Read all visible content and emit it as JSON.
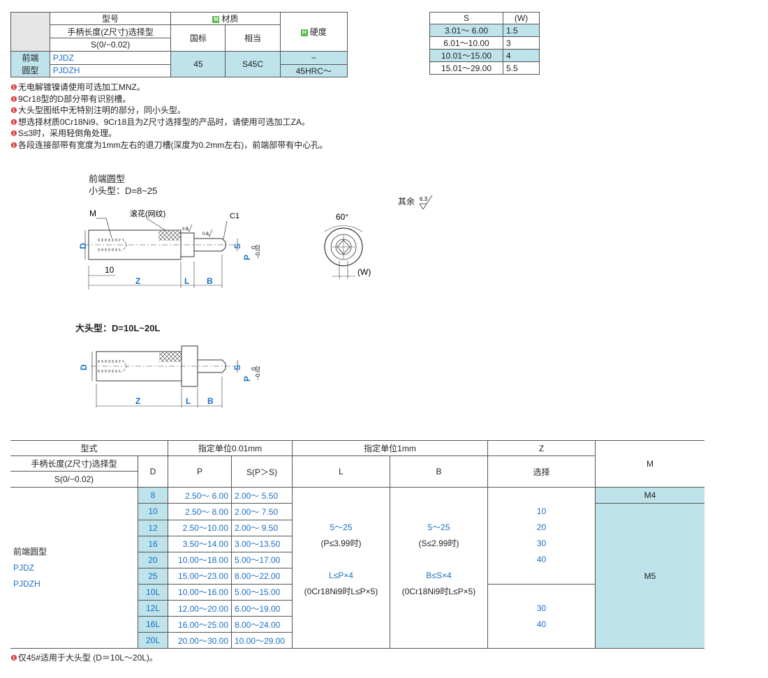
{
  "top_table": {
    "model_label": "型号",
    "material_label": "材质",
    "material_badge": "M",
    "hardness_label": "硬度",
    "hardness_badge": "H",
    "handle_label": "手柄长度(Z尺寸)选择型",
    "s_label": "S(0/−0.02)",
    "gb_label": "国标",
    "equiv_label": "相当",
    "type_label": "前端\n圆型",
    "type_line1": "前端",
    "type_line2": "圆型",
    "codes": [
      "PJDZ",
      "PJDZH"
    ],
    "gb_value": "45",
    "equiv_value": "S45C",
    "hardness_values": [
      "−",
      "45HRC～"
    ]
  },
  "notes": [
    "无电解镀镍请使用可选加工MNZ。",
    "9Cr18型的D部分带有识别槽。",
    "大头型图纸中无特别注明的部分，同小头型。",
    "想选择材质0Cr18Ni9、9Cr18且为Z尺寸选择型的产品时，请使用可选加工ZA。",
    "S≤3时，采用轻倒角处理。",
    "各段连接部带有宽度为1mm左右的退刀槽(深度为0.2mm左右)，前端部带有中心孔。"
  ],
  "note_icon": "circle-exclamation-icon",
  "s_table": {
    "headers": [
      "S",
      "(W)"
    ],
    "rows": [
      [
        "3.01～ 6.00",
        "1.5"
      ],
      [
        "6.01～10.00",
        "3"
      ],
      [
        "10.01～15.00",
        "4"
      ],
      [
        "15.01～29.00",
        "5.5"
      ]
    ]
  },
  "drawing": {
    "title1": "前端圆型",
    "title2": "小头型：D=8~25",
    "title3": "大头型：D=10L~20L",
    "roughness_label": "其余",
    "roughness_value": "6.3",
    "labels": {
      "M": "M",
      "knurl": "滚花(网纹)",
      "C1": "C1",
      "D": "D",
      "ten": "10",
      "Z": "Z",
      "L": "L",
      "B": "B",
      "S": "S",
      "P": "P",
      "tol": "0\n−0.02",
      "tol0": "0",
      "tol1": "−0.02",
      "angle": "60°",
      "W": "(W)",
      "r08": "0.8"
    }
  },
  "main_table": {
    "h_model": "型式",
    "h_unit001": "指定单位0.01mm",
    "h_unit1": "指定单位1mm",
    "h_Z": "Z",
    "h_M": "M",
    "h_handle": "手柄长度(Z尺寸)选择型",
    "h_s": "S(0/−0.02)",
    "h_D": "D",
    "h_P": "P",
    "h_SP": "S(P＞S)",
    "h_L": "L",
    "h_B": "B",
    "h_select": "选择",
    "type_name": "前端圆型",
    "codes": [
      "PJDZ",
      "PJDZH"
    ],
    "rows": [
      {
        "D": "8",
        "P": "2.50～ 6.00",
        "S": "2.00～ 5.50"
      },
      {
        "D": "10",
        "P": "2.50～ 8.00",
        "S": "2.00～ 7.50"
      },
      {
        "D": "12",
        "P": "2.50～10.00",
        "S": "2.00～ 9.50"
      },
      {
        "D": "16",
        "P": "3.50～14.00",
        "S": "3.00～13.50"
      },
      {
        "D": "20",
        "P": "10.00～18.00",
        "S": "5.00～17.00"
      },
      {
        "D": "25",
        "P": "15.00～23.00",
        "S": "8.00～22.00"
      },
      {
        "D": "10L",
        "P": "10.00～16.00",
        "S": "5.00～15.00"
      },
      {
        "D": "12L",
        "P": "12.00～20.00",
        "S": "6.00～19.00"
      },
      {
        "D": "16L",
        "P": "16.00～25.00",
        "S": "8.00～24.00"
      },
      {
        "D": "20L",
        "P": "20.00～30.00",
        "S": "10.00～29.00"
      }
    ],
    "L_text": [
      "5～25",
      "(P≤3.99时)",
      "L≤P×4",
      "(0Cr18Ni9时L≤P×5)"
    ],
    "B_text": [
      "5～25",
      "(S≤2.99时)",
      "B≤S×4",
      "(0Cr18Ni9时L≤P×5)"
    ],
    "Z_small": [
      "10",
      "20",
      "30",
      "40"
    ],
    "Z_large": [
      "30",
      "40"
    ],
    "M_values": [
      "M4",
      "M5"
    ],
    "footnote": "仅45#适用于大头型 (D＝10L～20L)。"
  }
}
